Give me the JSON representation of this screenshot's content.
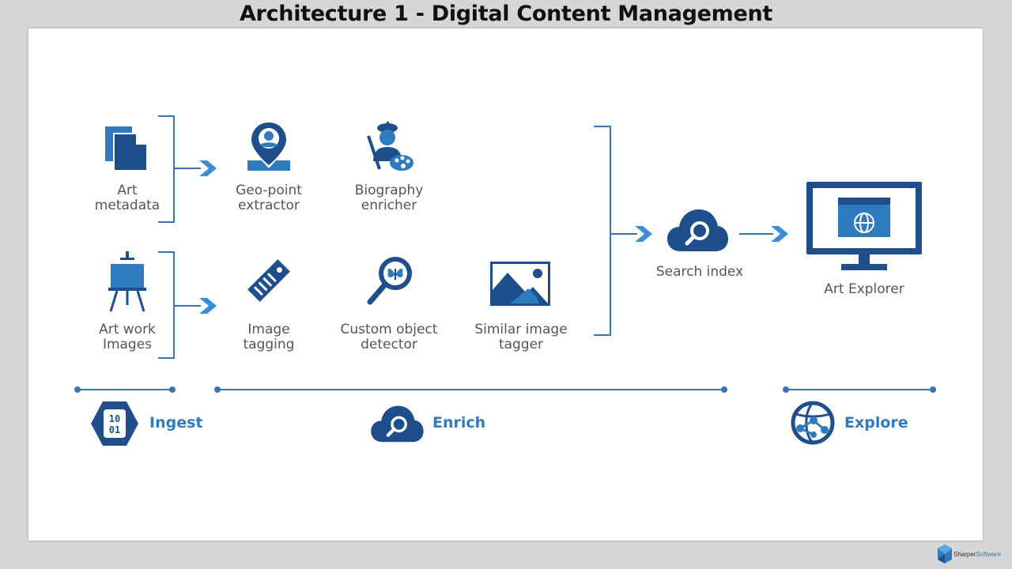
{
  "title": "Architecture 1 - Digital Content Management",
  "colors": {
    "primary": "#1f4e8c",
    "accent": "#2e7bc0",
    "bracket": "#3b72b6",
    "label": "#555555"
  },
  "nodes": {
    "art_metadata": {
      "line1": "Art",
      "line2": "metadata",
      "icon": "document-icon"
    },
    "geo_point": {
      "line1": "Geo-point",
      "line2": "extractor",
      "icon": "map-pin-person-icon"
    },
    "biography": {
      "line1": "Biography",
      "line2": "enricher",
      "icon": "artist-palette-icon"
    },
    "art_work": {
      "line1": "Art work",
      "line2": "Images",
      "icon": "easel-icon"
    },
    "image_tagging": {
      "line1": "Image",
      "line2": "tagging",
      "icon": "tag-icon"
    },
    "custom_object": {
      "line1": "Custom object",
      "line2": "detector",
      "icon": "magnifier-butterfly-icon"
    },
    "similar_image": {
      "line1": "Similar image",
      "line2": "tagger",
      "icon": "landscape-image-icon"
    },
    "search_index": {
      "label": "Search index",
      "icon": "cloud-search-icon"
    },
    "art_explorer": {
      "label": "Art Explorer",
      "icon": "monitor-globe-icon"
    }
  },
  "phases": {
    "ingest": {
      "label": "Ingest",
      "icon": "binary-hexagon-icon"
    },
    "enrich": {
      "label": "Enrich",
      "icon": "cloud-search-icon"
    },
    "explore": {
      "label": "Explore",
      "icon": "network-globe-icon"
    }
  },
  "branding": {
    "part1": "Sharper",
    "part2": "Software"
  }
}
